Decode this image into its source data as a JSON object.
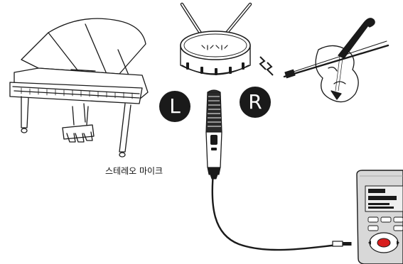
{
  "labels": {
    "microphone": "스테레오 마이크",
    "left_channel": "L",
    "right_channel": "R"
  },
  "colors": {
    "ink": "#1a1a1a",
    "recorder_body": "#d8d8d8",
    "record_button": "#d81e1e"
  },
  "icons": [
    "grand-piano-icon",
    "snare-drum-icon",
    "violin-icon",
    "stereo-microphone-icon",
    "audio-recorder-icon",
    "cable-icon",
    "sound-wave-icon"
  ]
}
